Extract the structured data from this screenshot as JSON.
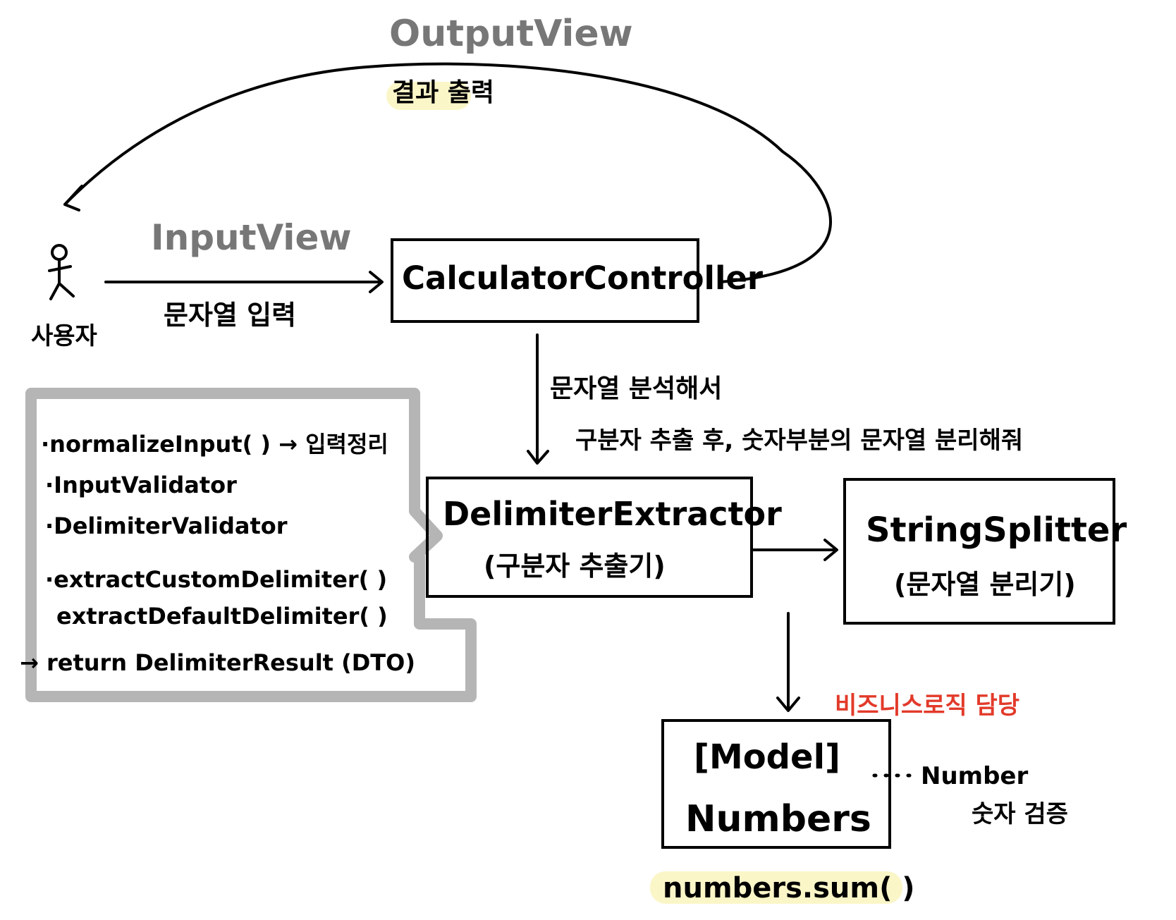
{
  "top": {
    "output_view_label": "OutputView",
    "output_desc": "결과 출력"
  },
  "user": {
    "label": "사용자"
  },
  "input": {
    "input_view_label": "InputView",
    "input_desc": "문자열 입력"
  },
  "controller": {
    "label": "CalculatorController"
  },
  "controller_to_extractor": {
    "line1": "문자열 분석해서",
    "line2": "구분자 추출 후, 숫자부분의 문자열 분리해줘"
  },
  "extractor": {
    "name": "DelimiterExtractor",
    "subtitle": "(구분자 추출기)"
  },
  "splitter": {
    "name": "StringSplitter",
    "subtitle": "(문자열 분리기)"
  },
  "details": {
    "items": [
      "·normalizeInput( ) → 입력정리",
      "·InputValidator",
      "·DelimiterValidator",
      "·extractCustomDelimiter( )",
      "extractDefaultDelimiter( )"
    ],
    "return_line": "→ return  DelimiterResult (DTO)"
  },
  "model": {
    "business_note": "비즈니스로직 담당",
    "tag": "[Model]",
    "name": "Numbers",
    "method": "numbers.sum( )",
    "side_label": "Number",
    "side_desc": "숫자 검증"
  },
  "colors": {
    "ink": "#000000",
    "gray_text": "#777777",
    "gray_frame": "#b5b5b5",
    "highlight": "#fbf6c8",
    "red_note": "#e23a2a"
  }
}
